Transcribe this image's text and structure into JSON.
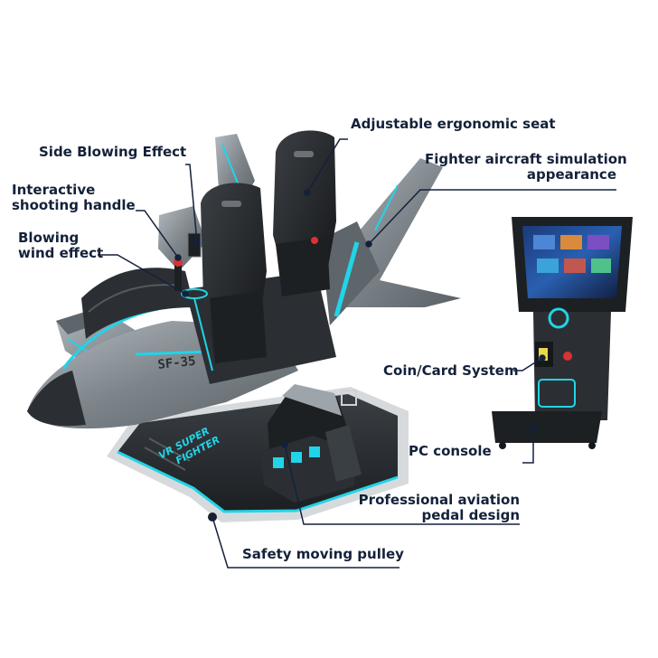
{
  "labels": {
    "side_blowing": "Side Blowing Effect",
    "shooting_1": "Interactive",
    "shooting_2": "shooting handle",
    "wind_1": "Blowing",
    "wind_2": "wind effect",
    "seat": "Adjustable ergonomic seat",
    "fighter_1": "Fighter aircraft simulation",
    "fighter_2": "appearance",
    "coin": "Coin/Card System",
    "pc": "PC console",
    "pedal_1": "Professional aviation",
    "pedal_2": "pedal design",
    "pulley": "Safety moving pulley"
  },
  "decals": {
    "platform_text_1": "VR SUPER",
    "platform_text_2": "FIGHTER",
    "nose_code": "SF-35"
  },
  "colors": {
    "label_text": "#14213a",
    "leader_line": "#14213a",
    "accent_cyan": "#21d4e8",
    "body_dark": "#2b2f33",
    "camo_gray": "#8e969c"
  }
}
